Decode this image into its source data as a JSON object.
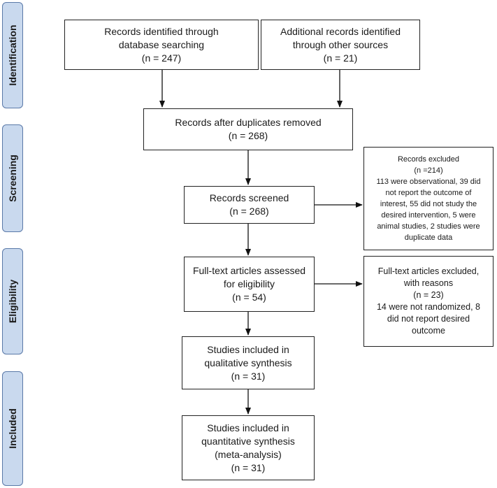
{
  "stages": {
    "identification": "Identification",
    "screening": "Screening",
    "eligibility": "Eligibility",
    "included": "Included"
  },
  "boxes": {
    "database": [
      "Records identified through",
      "database searching",
      "(n = 247)"
    ],
    "other_sources": [
      "Additional records identified",
      "through other sources",
      "(n = 21)"
    ],
    "duplicates_removed": [
      "Records after duplicates removed",
      "(n = 268)"
    ],
    "screened": [
      "Records screened",
      "(n = 268)"
    ],
    "excluded": [
      "Records excluded",
      "(n =214)",
      "113 were observational, 39 did",
      "not report the outcome of",
      "interest, 55 did not study the",
      "desired intervention, 5 were",
      "animal studies, 2 studies were",
      "duplicate data"
    ],
    "fulltext_assessed": [
      "Full-text articles assessed",
      "for eligibility",
      "(n = 54)"
    ],
    "fulltext_excluded": [
      "Full-text articles excluded,",
      "with reasons",
      "(n = 23)",
      "14 were not randomized, 8",
      "did not report desired",
      "outcome"
    ],
    "qualitative": [
      "Studies included in",
      "qualitative synthesis",
      "(n = 31)"
    ],
    "quantitative": [
      "Studies included in",
      "quantitative synthesis",
      "(meta-analysis)",
      "(n = 31)"
    ]
  },
  "colors": {
    "stage_fill": "#c9d9ee",
    "stage_border": "#5a79a8",
    "box_border": "#222222"
  }
}
